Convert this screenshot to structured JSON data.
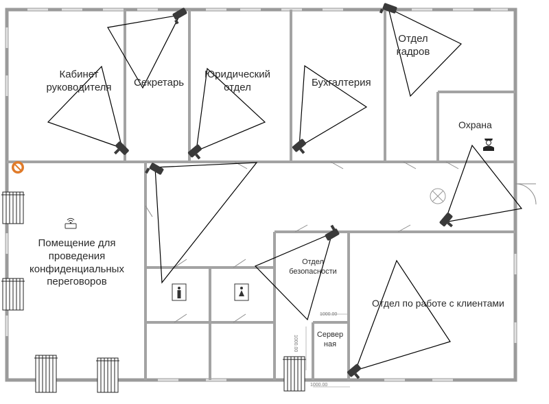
{
  "rooms": {
    "director_office": "Кабинет руководителя",
    "secretary": "Секретарь",
    "legal_dept": "Юридический отдел",
    "accounting": "Бухгалтерия",
    "hr_dept": "Отдел кадров",
    "security_post": "Охрана",
    "meeting_room": "Помещение для проведения конфиденциальных переговоров",
    "security_dept": "Отдел безопасности",
    "client_dept": "Отдел по работе с клиентами",
    "server_room": "Серверная"
  },
  "dimension_marks": [
    "1000.00",
    "1000.00",
    "1000.00"
  ],
  "icon_names": [
    "cctv-camera-icon",
    "radiator-icon",
    "wifi-router-icon",
    "toilet-icon",
    "security-guard-icon",
    "no-entry-icon",
    "ceiling-light-icon"
  ],
  "colors": {
    "wall": "#9b9b9b",
    "wall_dark": "#7a7a7a",
    "window": "#ffffff",
    "coverage_stroke": "#000000",
    "camera": "#3a3a3a",
    "no_entry": "#e07b2a"
  }
}
